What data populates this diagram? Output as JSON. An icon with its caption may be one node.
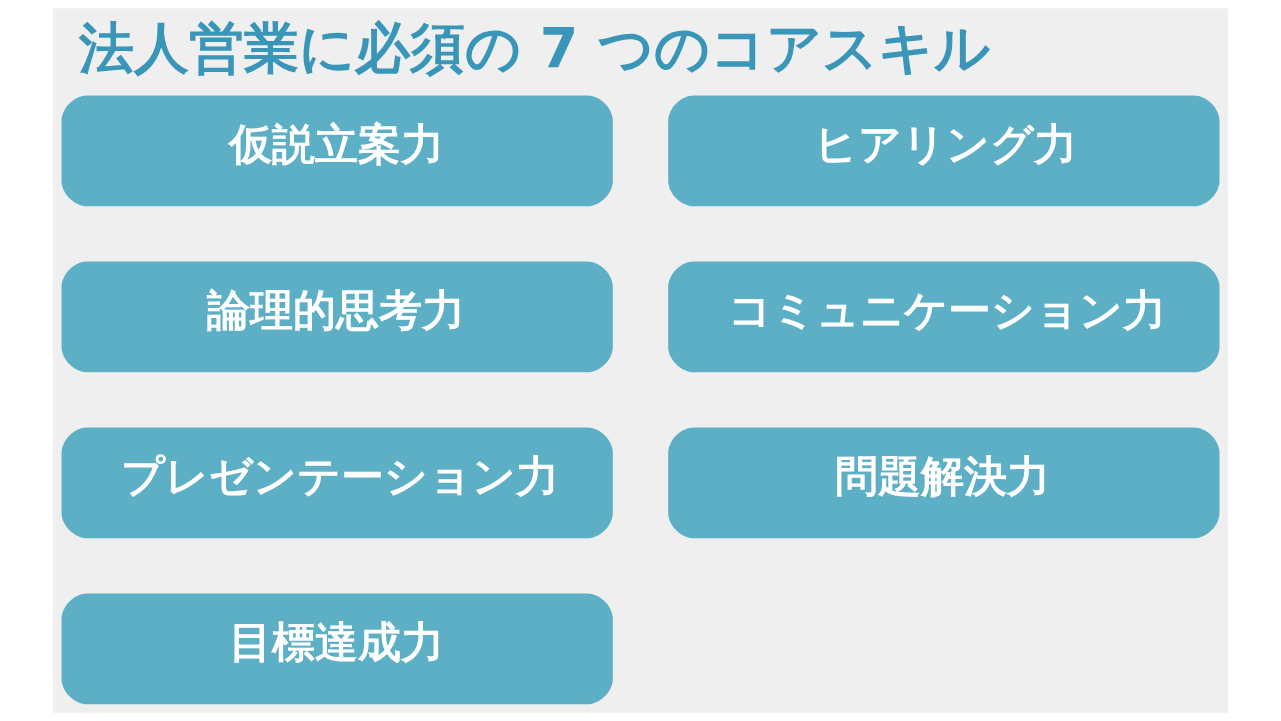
{
  "diagram": {
    "title": "法人営業に必須の 7 つのコアスキル",
    "nodes": [
      {
        "text": [
          "仮説立案力"
        ]
      },
      {
        "text": [
          "ヒアリング力"
        ]
      },
      {
        "text": [
          "論理的思考力"
        ]
      },
      {
        "text": [
          "コミュニケーション力"
        ]
      },
      {
        "text": [
          "プレゼンテーション力"
        ]
      },
      {
        "text": [
          "問題解決力"
        ]
      },
      {
        "text": [
          "目標達成力"
        ]
      }
    ]
  }
}
